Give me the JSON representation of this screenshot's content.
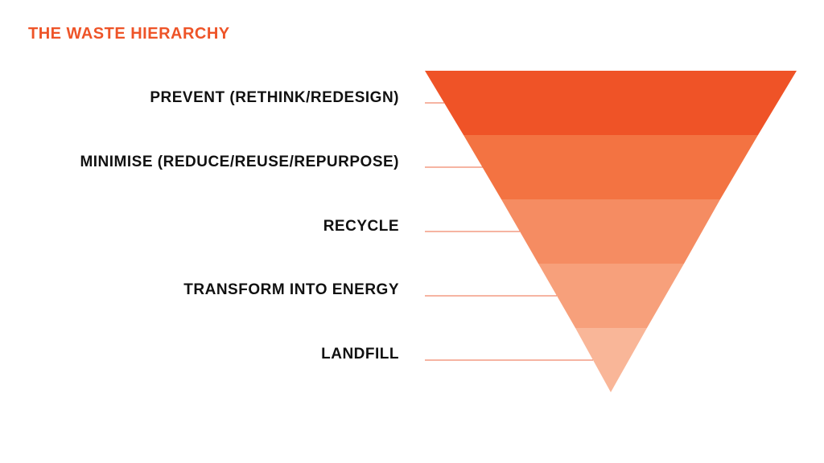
{
  "title": "THE WASTE HIERARCHY",
  "levels": [
    {
      "label": "PREVENT (RETHINK/REDESIGN)",
      "color": "#EF5327"
    },
    {
      "label": "MINIMISE (REDUCE/REUSE/REPURPOSE)",
      "color": "#F37342"
    },
    {
      "label": "RECYCLE",
      "color": "#F58C62"
    },
    {
      "label": "TRANSFORM INTO ENERGY",
      "color": "#F7A07B"
    },
    {
      "label": "LANDFILL",
      "color": "#F9B698"
    }
  ],
  "colors": {
    "title": "#EE5428",
    "connector": "#EE6A45"
  }
}
